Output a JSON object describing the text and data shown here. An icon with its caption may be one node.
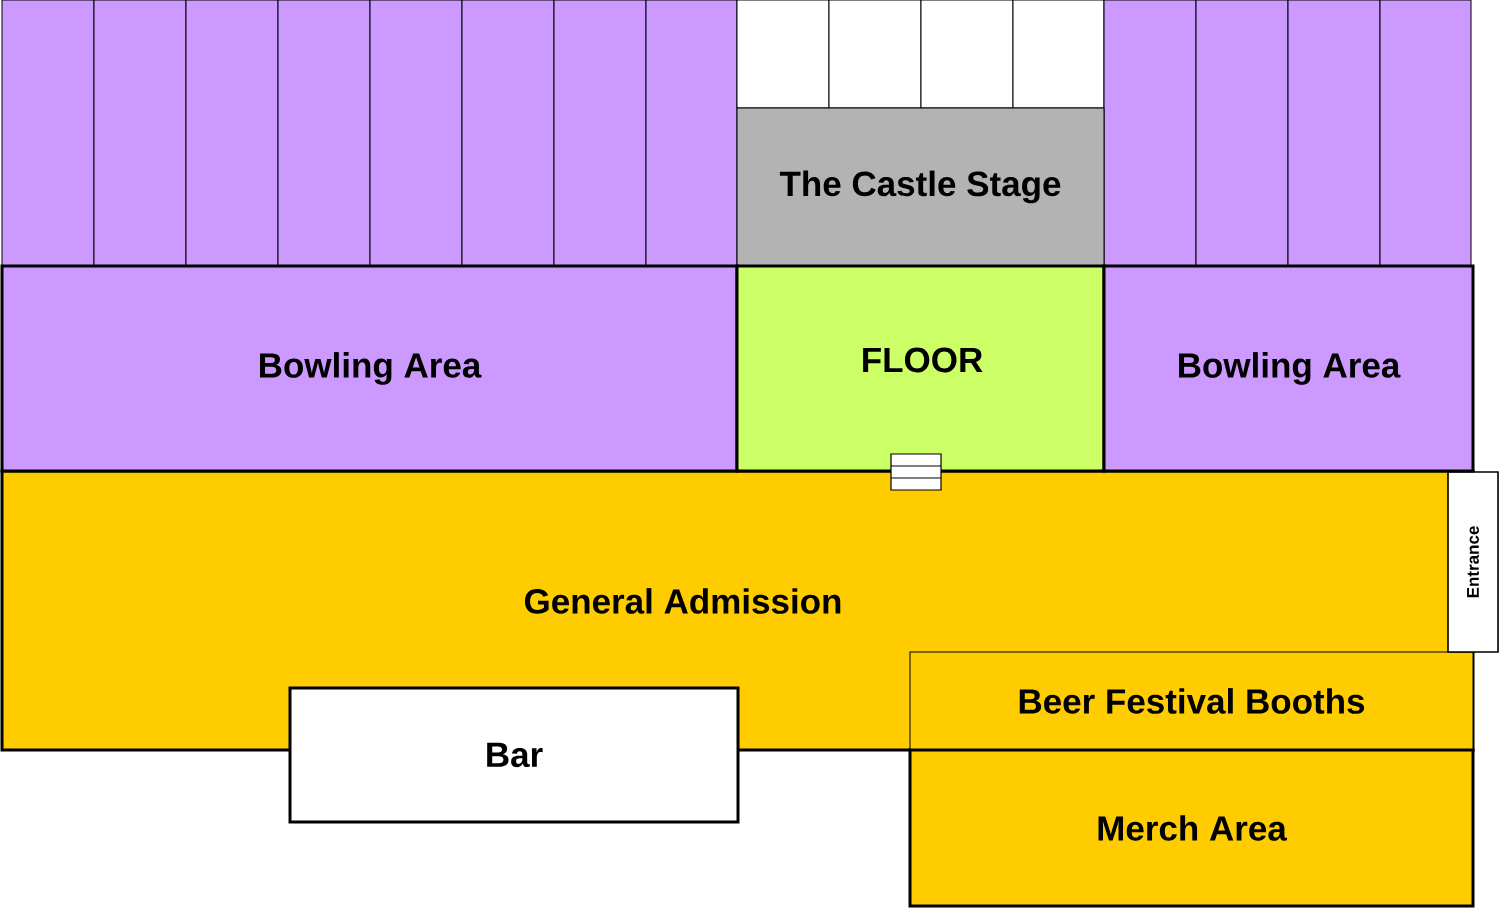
{
  "diagram": {
    "nodes": [
      {
        "text": [],
        "shape": "box"
      },
      {
        "text": [],
        "shape": "box"
      },
      {
        "text": [],
        "shape": "box"
      },
      {
        "text": [],
        "shape": "box"
      },
      {
        "text": [],
        "shape": "box"
      },
      {
        "text": [],
        "shape": "box"
      },
      {
        "text": [],
        "shape": "box"
      },
      {
        "text": [],
        "shape": "box"
      },
      {
        "text": [],
        "shape": "box"
      },
      {
        "text": [],
        "shape": "box"
      },
      {
        "text": [],
        "shape": "box"
      },
      {
        "text": [],
        "shape": "box"
      },
      {
        "text": [],
        "shape": "box"
      },
      {
        "text": [],
        "shape": "box"
      },
      {
        "text": [],
        "shape": "box"
      },
      {
        "text": [],
        "shape": "box"
      },
      {
        "text": [
          "The Castle Stage"
        ]
      },
      {
        "text": [
          "Bowling Area"
        ]
      },
      {
        "text": [
          "FLOOR"
        ]
      },
      {
        "text": [
          "Bowling Area"
        ]
      },
      {
        "text": [
          "General Admission"
        ]
      },
      {
        "text": [
          "Bar"
        ]
      },
      {
        "text": [
          "Beer Festival Booths"
        ],
        "in": 20
      },
      {
        "text": [
          "Merch Area"
        ]
      },
      {
        "text": [
          "Entrance"
        ]
      },
      {
        "text": [],
        "shape": "stairs"
      }
    ]
  }
}
